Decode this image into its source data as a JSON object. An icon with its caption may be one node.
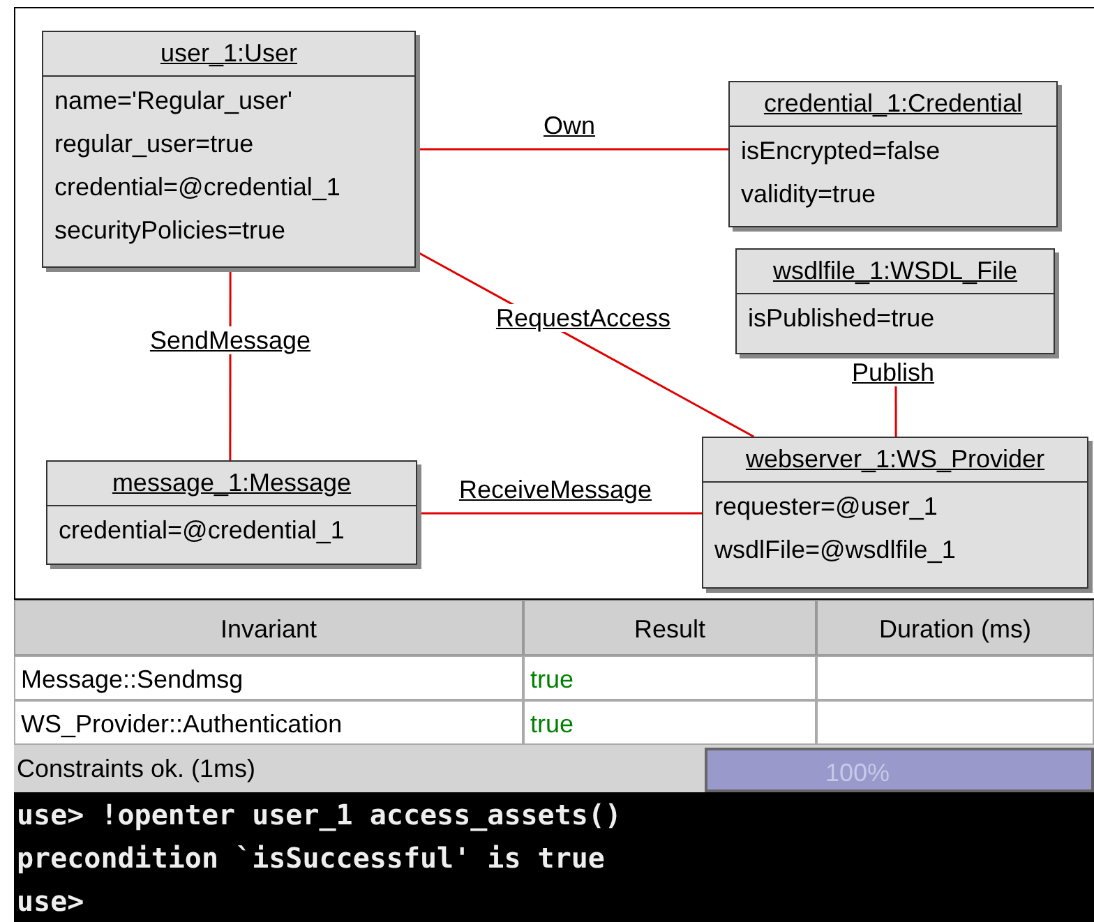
{
  "diagram": {
    "nodes": [
      {
        "text": [
          "user_1:User",
          "name='Regular_user'",
          "regular_user=true",
          "credential=@credential_1",
          "securityPolicies=true"
        ]
      },
      {
        "text": [
          "credential_1:Credential",
          "isEncrypted=false",
          "validity=true"
        ]
      },
      {
        "text": [
          "wsdlfile_1:WSDL_File",
          "isPublished=true"
        ]
      },
      {
        "text": [
          "message_1:Message",
          "credential=@credential_1"
        ]
      },
      {
        "text": [
          "webserver_1:WS_Provider",
          "requester=@user_1",
          "wsdlFile=@wsdlfile_1"
        ]
      }
    ],
    "edges": [
      {
        "from": 0,
        "to": 1,
        "arrow": "none",
        "label": "Own"
      },
      {
        "from": 0,
        "to": 3,
        "arrow": "none",
        "label": "SendMessage"
      },
      {
        "from": 0,
        "to": 4,
        "arrow": "none",
        "label": "RequestAccess"
      },
      {
        "from": 2,
        "to": 4,
        "arrow": "none",
        "label": "Publish"
      },
      {
        "from": 3,
        "to": 4,
        "arrow": "none",
        "label": "ReceiveMessage"
      }
    ],
    "labels": [
      "Invariant",
      "Result",
      "Duration (ms)",
      "Message::Sendmsg",
      "true",
      "WS_Provider::Authentication",
      "true",
      "Constraints ok. (1ms)",
      "100%",
      "use> !openter user_1 access_assets()",
      "precondition `isSuccessful' is true",
      "use>"
    ]
  }
}
